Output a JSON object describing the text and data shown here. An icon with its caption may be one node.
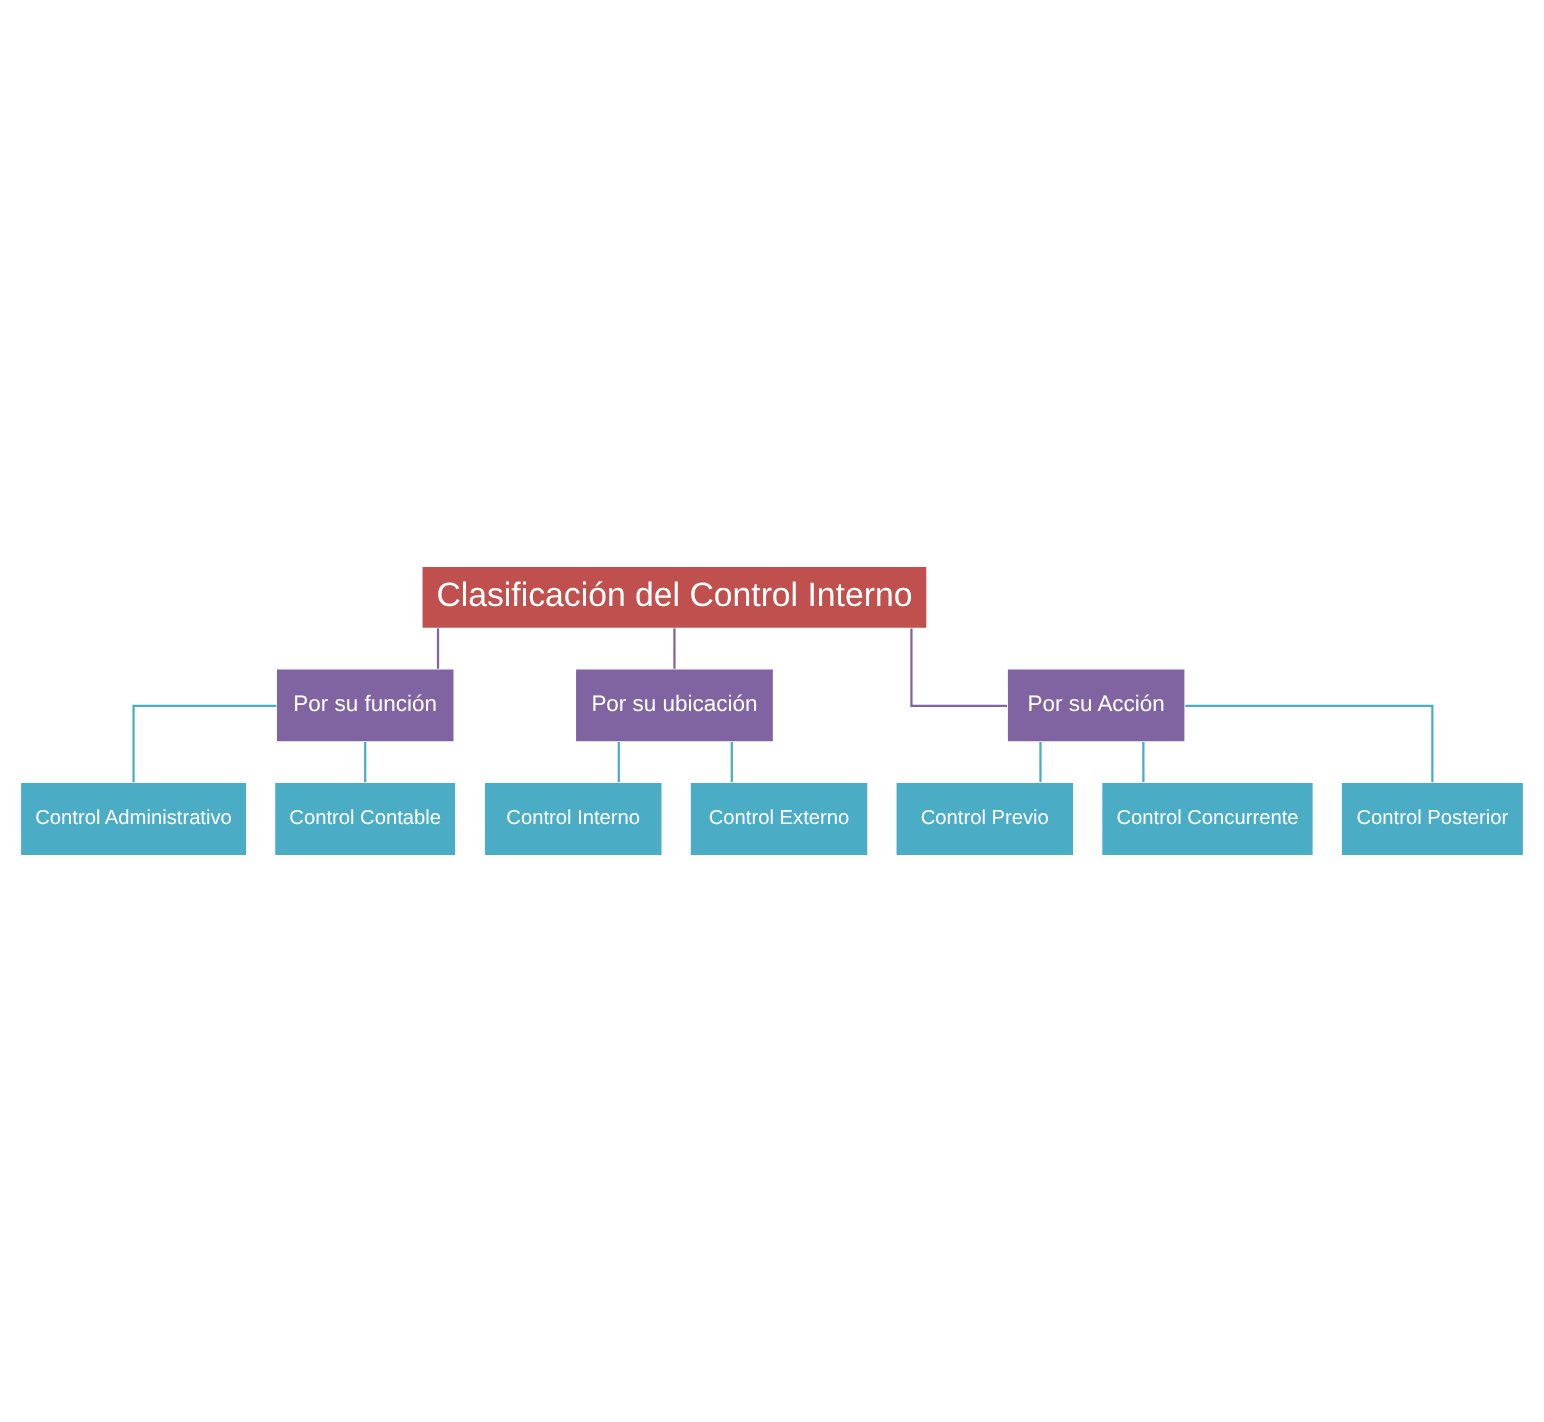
{
  "diagram": {
    "nodes": [
      {
        "text": [
          "Clasificación del Control Interno"
        ]
      },
      {
        "text": [
          "Por su función"
        ]
      },
      {
        "text": [
          "Por su ubicación"
        ]
      },
      {
        "text": [
          "Por su Acción"
        ]
      },
      {
        "text": [
          "Control Administrativo"
        ]
      },
      {
        "text": [
          "Control Contable"
        ]
      },
      {
        "text": [
          "Control Interno"
        ]
      },
      {
        "text": [
          "Control Externo"
        ]
      },
      {
        "text": [
          "Control Previo"
        ]
      },
      {
        "text": [
          "Control Concurrente"
        ]
      },
      {
        "text": [
          "Control Posterior"
        ]
      }
    ],
    "edges": [
      {
        "from": 0,
        "to": 1,
        "arrow": "none",
        "color": "#8064a2"
      },
      {
        "from": 0,
        "to": 2,
        "arrow": "none",
        "color": "#8064a2"
      },
      {
        "from": 0,
        "to": 3,
        "arrow": "none",
        "color": "#8064a2"
      },
      {
        "from": 1,
        "to": 4,
        "arrow": "none"
      },
      {
        "from": 1,
        "to": 5,
        "arrow": "none"
      },
      {
        "from": 2,
        "to": 6,
        "arrow": "none"
      },
      {
        "from": 2,
        "to": 7,
        "arrow": "none"
      },
      {
        "from": 3,
        "to": 8,
        "arrow": "none"
      },
      {
        "from": 3,
        "to": 9,
        "arrow": "none"
      },
      {
        "from": 3,
        "to": 10,
        "arrow": "none"
      }
    ]
  }
}
